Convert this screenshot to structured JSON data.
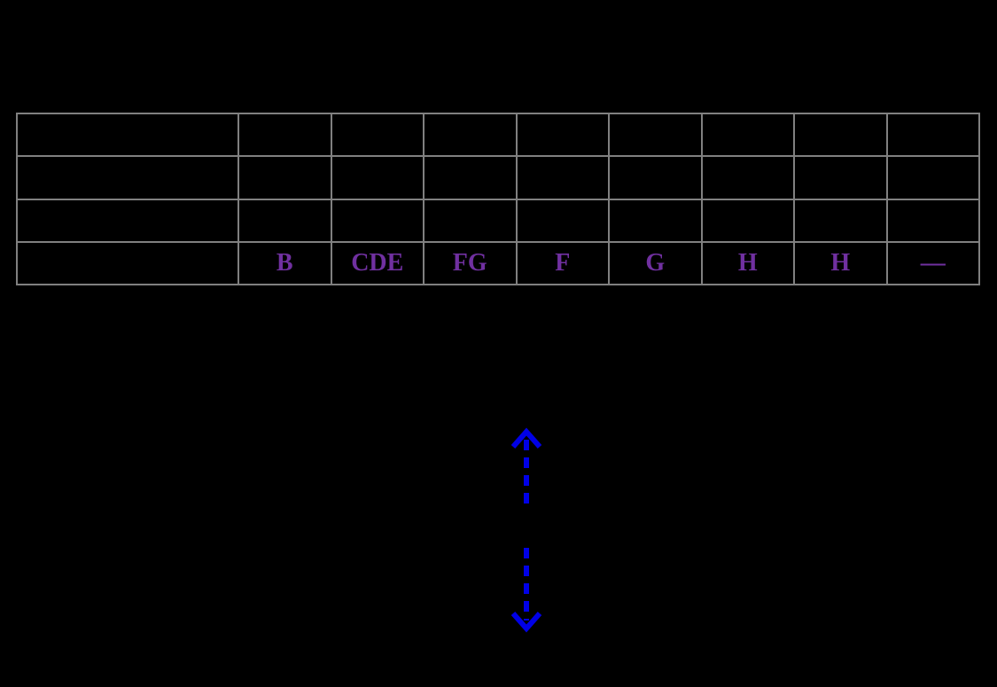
{
  "page": {
    "background": "#000000"
  },
  "table": {
    "border_color": "#808080",
    "text_color": "#7030A0",
    "columns": 9,
    "rows": [
      {
        "cells": [
          "",
          "",
          "",
          "",
          "",
          "",
          "",
          "",
          ""
        ]
      },
      {
        "cells": [
          "",
          "",
          "",
          "",
          "",
          "",
          "",
          "",
          ""
        ]
      },
      {
        "cells": [
          "",
          "",
          "",
          "",
          "",
          "",
          "",
          "",
          ""
        ]
      },
      {
        "cells": [
          "",
          "B",
          "CDE",
          "FG",
          "F",
          "G",
          "H",
          "H",
          "—"
        ]
      }
    ]
  },
  "arrow": {
    "color": "#0000E6"
  }
}
